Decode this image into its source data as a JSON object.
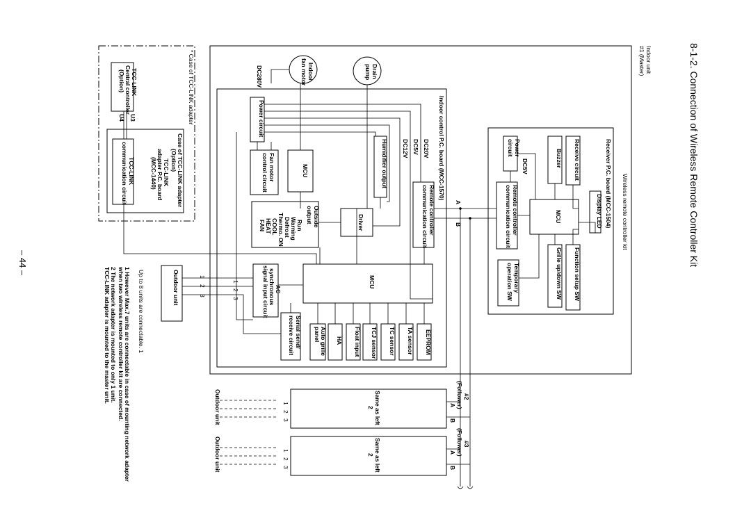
{
  "title": "8-1-2.  Connection of Wireless Remote Controller Kit",
  "page_number": "– 44 –",
  "indoor_unit": {
    "label_line1": "Indoor unit",
    "label_line2": "#1 (Master)"
  },
  "receiver_kit": {
    "kit_label": "Wireless remote controller kit",
    "board_label": "Receiver P.C. board (MCC-1504)",
    "display_led": "Display LED",
    "receive_circuit": "Receive circuit",
    "buzzer": "Buzzer",
    "power_circuit": [
      "Power",
      "circuit"
    ],
    "dc5v": "DC5V",
    "mcu": "MCU",
    "remote_comm": [
      "Remote controller",
      "communication circuit"
    ],
    "grille_sw": "Grille up/down SW",
    "function_sw": "Function setup SW",
    "temp_op_sw": [
      "Temporary",
      "operation SW"
    ]
  },
  "indoor_board": {
    "board_label": "Indoor control P.C. board (MCC-1570)",
    "dc20v": "DC20V",
    "dc5v": "DC5V",
    "dc12v": "DC12V",
    "dc280v": "DC280V",
    "remote_comm": [
      "Remote controller",
      "communication circuit"
    ],
    "humidifier": "Humidifier output",
    "driver": "Driver",
    "power_circuit": "Power circuit",
    "mcu_small": "MCU",
    "fan_motor_ctrl": [
      "Fan motor",
      "control circuit"
    ],
    "outside_output": [
      "Outside",
      "output",
      "Run",
      "Warning",
      "Defrost",
      "Thermo. ON",
      "COOL",
      "HEAT",
      "FAN"
    ],
    "ac_sync": [
      "AC",
      "synchronous",
      "signal input circuit"
    ],
    "mcu_main": "MCU",
    "serial": [
      "Serial send/",
      "receive circuit"
    ],
    "auto_grille": [
      "Auto grille",
      "panel"
    ],
    "ha": "HA",
    "float_input": "Float input",
    "tcj_sensor": "TCJ sensor",
    "tc_sensor": "TC sensor",
    "ta_sensor": "TA sensor",
    "eeprom": "EEPROM",
    "term_1": "1",
    "term_2": "2",
    "term_3": "3"
  },
  "drain_pump": [
    "Drain",
    "pump"
  ],
  "indoor_fan_motor": [
    "Indoor",
    "fan motor"
  ],
  "bus_a": "A",
  "bus_b": "B",
  "tcc_link": {
    "case_note": "* Case of TCC-LINK adapter",
    "adapter_case": [
      "Case of TCC-LINK adapter",
      "(Option)"
    ],
    "adapter_board": [
      "TCC-LINK",
      "adapter P.C. board",
      "(MCC-1440)"
    ],
    "comm_circuit": [
      "TCC-LINK",
      "communication circuit"
    ],
    "central_ctrl": [
      "TCC-LINK",
      "Central controller",
      "(Option)"
    ],
    "u3": "U3",
    "u4": "U4"
  },
  "outdoor_unit": {
    "label": "Outdoor unit",
    "t1": "1",
    "t2": "2",
    "t3": "3"
  },
  "follower_2": {
    "label": [
      "#2",
      "(Follower)"
    ],
    "same": [
      "Same as left",
      "2"
    ],
    "a": "A",
    "b": "B",
    "t1": "1",
    "t2": "2",
    "t3": "3",
    "outdoor": "Outdoor unit"
  },
  "follower_3": {
    "label": [
      "#3",
      "(Follower)"
    ],
    "same": [
      "Same as left",
      "2"
    ],
    "a": "A",
    "b": "B",
    "t1": "1",
    "t2": "2",
    "t3": "3",
    "outdoor": "Outdoor unit"
  },
  "notes": [
    "Up to 8 units are connectable.    1",
    "1  However Max.7 units are connectable in case of mounting network adapter",
    "    when two wireless remote controller kit are connected.",
    "2  The network adapter is mounted to only 1 unit.",
    "    TCC-LINK adapter is mounted to the master unit."
  ]
}
